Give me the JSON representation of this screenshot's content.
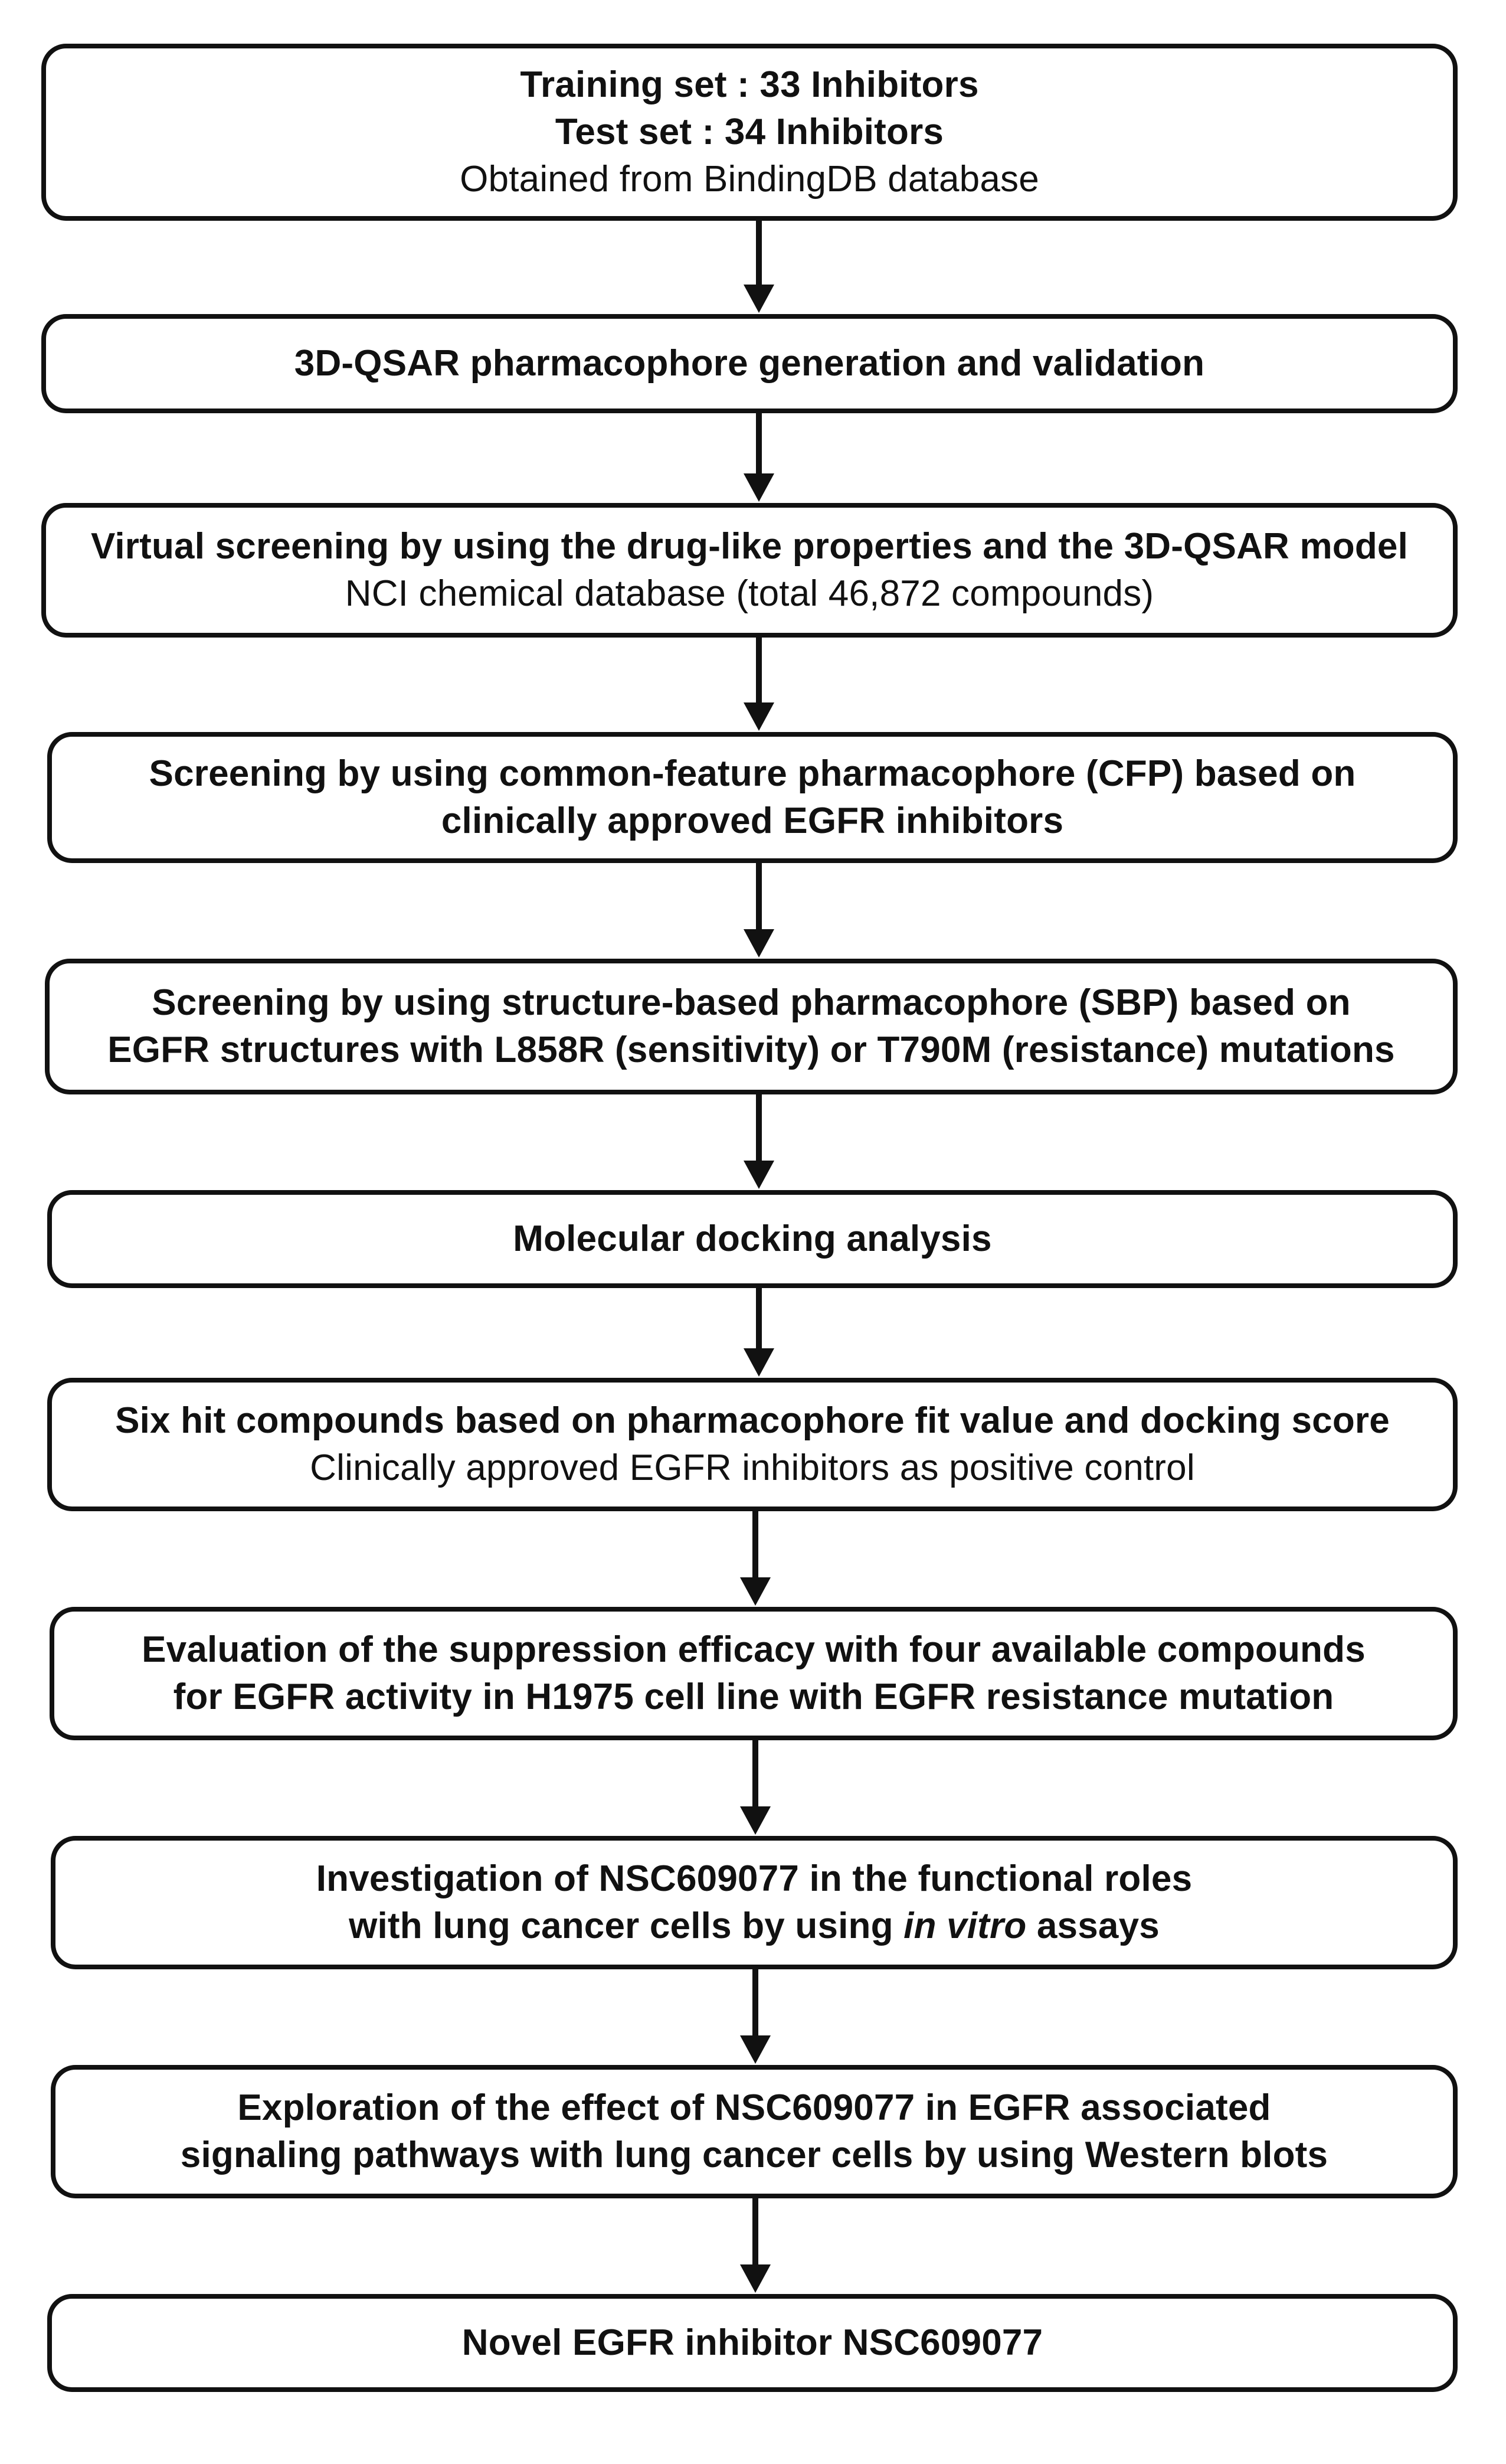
{
  "colors": {
    "stroke": "#111111",
    "text": "#111111",
    "background": "#ffffff"
  },
  "steps": [
    {
      "name": "input-datasets",
      "bold": [
        "Training set : 33 Inhibitors",
        "Test set : 34 Inhibitors"
      ],
      "normal": [
        "Obtained  from  BindingDB  database"
      ]
    },
    {
      "name": "pharmacophore-generation",
      "bold": [
        "3D-QSAR  pharmacophore  generation  and  validation"
      ],
      "normal": []
    },
    {
      "name": "virtual-screening",
      "bold": [
        "Virtual screening by using the drug-like properties and the 3D-QSAR model"
      ],
      "normal": [
        "NCI chemical  database  (total  46,872  compounds)"
      ]
    },
    {
      "name": "cfp-screening",
      "bold": [
        "Screening  by  using  common-feature  pharmacophore  (CFP)  based  on",
        "clinically  approved  EGFR  inhibitors"
      ],
      "normal": []
    },
    {
      "name": "sbp-screening",
      "bold": [
        "Screening  by  using  structure-based  pharmacophore  (SBP)  based  on",
        "EGFR structures with L858R (sensitivity) or T790M (resistance) mutations"
      ],
      "normal": []
    },
    {
      "name": "molecular-docking",
      "bold": [
        "Molecular  docking  analysis"
      ],
      "normal": []
    },
    {
      "name": "hit-compounds",
      "bold": [
        "Six  hit  compounds  based  on  pharmacophore  fit  value  and  docking  score"
      ],
      "normal": [
        "Clinically  approved  EGFR  inhibitors  as  positive  control"
      ]
    },
    {
      "name": "suppression-evaluation",
      "bold": [
        "Evaluation  of  the  suppression  efficacy  with  four  available  compounds",
        "for  EGFR  activity  in  H1975  cell  line  with  EGFR  resistance  mutation"
      ],
      "normal": []
    },
    {
      "name": "functional-investigation",
      "bold": [
        "Investigation  of  NSC609077  in  the  functional  roles",
        "with  lung  cancer  cells  by  using  in vitro  assays"
      ],
      "normal": []
    },
    {
      "name": "pathway-exploration",
      "bold": [
        "Exploration  of  the  effect  of  NSC609077  in  EGFR  associated",
        "signaling  pathways  with  lung  cancer  cells  by  using  Western  blots"
      ],
      "normal": []
    },
    {
      "name": "novel-inhibitor",
      "bold": [
        "Novel  EGFR  inhibitor  NSC609077"
      ],
      "normal": []
    }
  ]
}
